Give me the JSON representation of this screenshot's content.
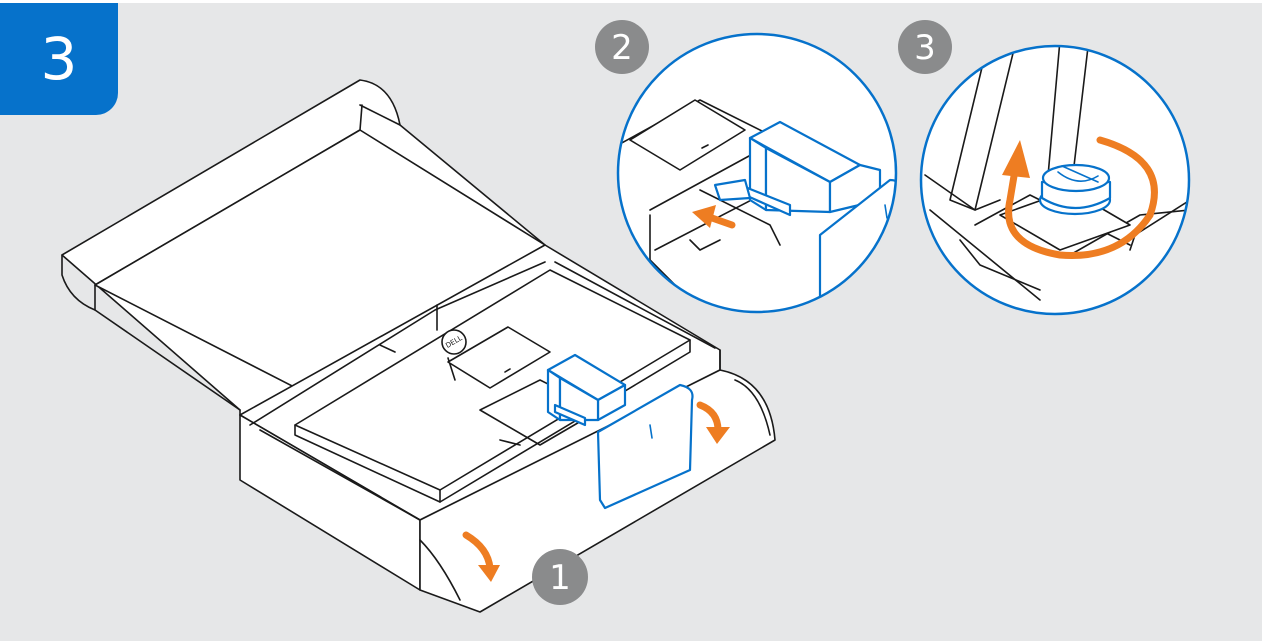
{
  "step": {
    "number": "3"
  },
  "callouts": [
    {
      "number": "1"
    },
    {
      "number": "2"
    },
    {
      "number": "3"
    }
  ],
  "brand": {
    "logo": "DELL"
  },
  "colors": {
    "accent_blue": "#0672cb",
    "arrow_orange": "#ee7d22",
    "callout_gray": "#8a8b8c",
    "background": "#e6e7e8"
  },
  "icons": [
    "curved-arrow-icon",
    "straight-arrow-icon",
    "rotate-arrow-icon"
  ]
}
